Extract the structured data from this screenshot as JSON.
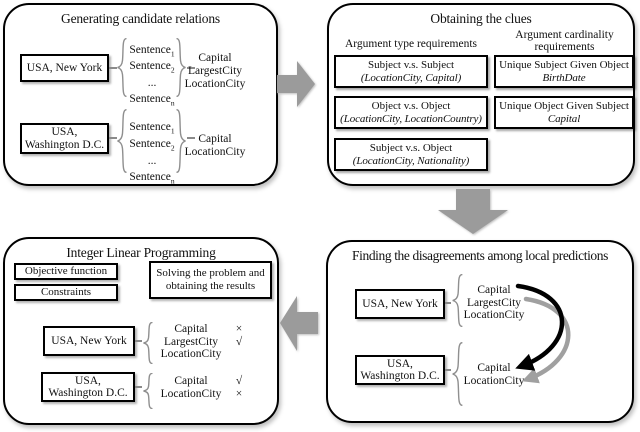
{
  "panels": {
    "generating": {
      "title": "Generating candidate relations",
      "groups": [
        {
          "entity": "USA, New York",
          "sentences": [
            {
              "base": "Sentence",
              "sub": "1"
            },
            {
              "base": "Sentence",
              "sub": "2"
            },
            {
              "base": "...",
              "sub": ""
            },
            {
              "base": "Sentence",
              "sub": "n"
            }
          ],
          "relations": [
            "Capital",
            "LargestCity",
            "LocationCity"
          ]
        },
        {
          "entity": "USA,\nWashington D.C.",
          "sentences": [
            {
              "base": "Sentence",
              "sub": "1"
            },
            {
              "base": "Sentence",
              "sub": "2"
            },
            {
              "base": "...",
              "sub": ""
            },
            {
              "base": "Sentence",
              "sub": "n"
            }
          ],
          "relations": [
            "Capital",
            "LocationCity"
          ]
        }
      ]
    },
    "obtaining": {
      "title": "Obtaining the clues",
      "type_requirements": {
        "header": "Argument type requirements",
        "boxes": [
          {
            "line1": "Subject v.s. Subject",
            "line2": "(LocationCity, Capital)"
          },
          {
            "line1": "Object v.s. Object",
            "line2": "(LocationCity, LocationCountry)"
          },
          {
            "line1": "Subject v.s. Object",
            "line2": "(LocationCity, Nationality)"
          }
        ]
      },
      "cardinality_requirements": {
        "header": "Argument cardinality\nrequirements",
        "boxes": [
          {
            "line1": "Unique Subject Given Object",
            "line2": "BirthDate"
          },
          {
            "line1": "Unique Object Given Subject",
            "line2": "Capital"
          }
        ]
      }
    },
    "ilp": {
      "title": "Integer Linear Programming",
      "component_boxes": [
        "Objective function",
        "Constraints"
      ],
      "solving_box": "Solving the problem and\nobtaining the results",
      "groups": [
        {
          "entity": "USA, New York",
          "relations": [
            {
              "name": "Capital",
              "mark": "×"
            },
            {
              "name": "LargestCity",
              "mark": "√"
            },
            {
              "name": "LocationCity",
              "mark": ""
            }
          ]
        },
        {
          "entity": "USA,\nWashington D.C.",
          "relations": [
            {
              "name": "Capital",
              "mark": "√"
            },
            {
              "name": "LocationCity",
              "mark": "×"
            }
          ]
        }
      ]
    },
    "disagreements": {
      "title": "Finding the disagreements among local predictions",
      "groups": [
        {
          "entity": "USA, New York",
          "relations": [
            "Capital",
            "LargestCity",
            "LocationCity"
          ]
        },
        {
          "entity": "USA,\nWashington D.C.",
          "relations": [
            "Capital",
            "LocationCity"
          ]
        }
      ]
    }
  },
  "icons": {
    "flow_arrow_right": "right block arrow",
    "flow_arrow_down": "down block arrow",
    "flow_arrow_left": "left block arrow",
    "disagreement_arrow_black": "curved arrow capital-to-capital",
    "disagreement_arrow_gray": "curved arrow largestcity-to-locationcity",
    "brace": "curly brace"
  },
  "colors": {
    "background": "#ffffff",
    "panel_border": "#000000",
    "flow_arrow_gray": "#9b9b9b",
    "brace_gray": "#8f8f8f",
    "connector_gray": "#8a8a8a",
    "disagreement_arrow_black": "#000000",
    "disagreement_arrow_gray": "#a0a0a0"
  }
}
